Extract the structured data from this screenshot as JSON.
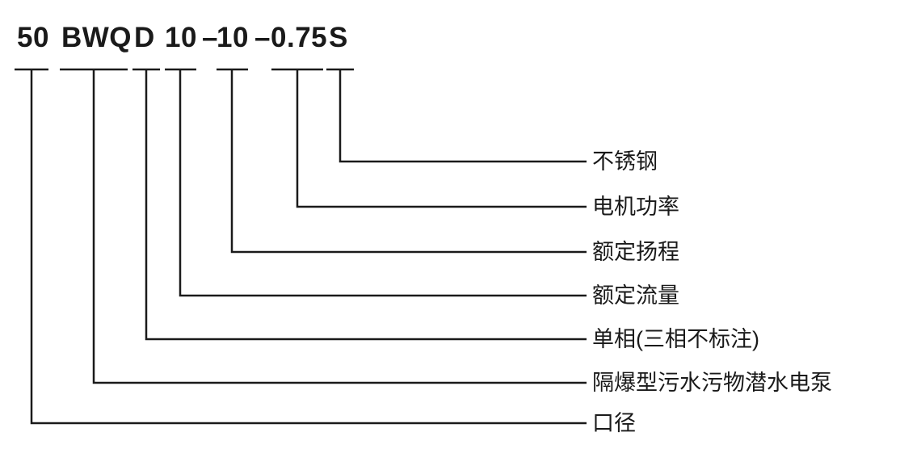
{
  "model": {
    "parts": [
      "50",
      "BWQ",
      "D",
      "10",
      "–",
      "10",
      "–",
      "0.75",
      "S"
    ]
  },
  "labels": [
    {
      "text": "不锈钢",
      "maps_to": "S"
    },
    {
      "text": "电机功率",
      "maps_to": "0.75"
    },
    {
      "text": "额定扬程",
      "maps_to": "10 (second)"
    },
    {
      "text": "额定流量",
      "maps_to": "10 (first)"
    },
    {
      "text": "单相(三相不标注)",
      "maps_to": "D"
    },
    {
      "text": "隔爆型污水污物潜水电泵",
      "maps_to": "BWQ"
    },
    {
      "text": "口径",
      "maps_to": "50"
    }
  ],
  "colors": {
    "line": "#1a1a1a",
    "text": "#1a1a1a",
    "background": "#ffffff"
  }
}
